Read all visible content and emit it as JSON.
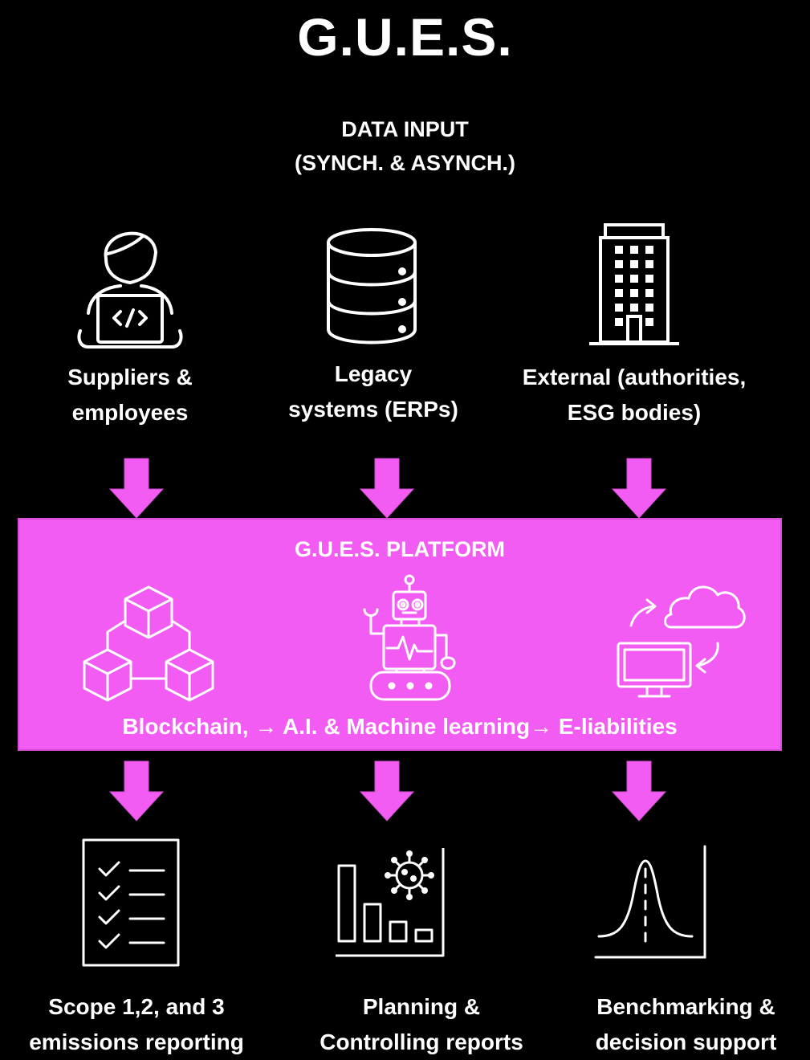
{
  "title": "G.U.E.S.",
  "data_input": {
    "line1": "DATA INPUT",
    "line2": "(SYNCH. & ASYNCH.)"
  },
  "inputs": [
    {
      "icon": "developer-laptop-icon",
      "line1": "Suppliers &",
      "line2": "employees"
    },
    {
      "icon": "database-icon",
      "line1": "Legacy",
      "line2": "systems (ERPs)"
    },
    {
      "icon": "office-building-icon",
      "line1": "External (authorities,",
      "line2": "ESG bodies)"
    }
  ],
  "platform": {
    "title": "G.U.E.S. PLATFORM",
    "caption": "Blockchain, → A.I. & Machine learning→ E-liabilities",
    "icons": [
      "blockchain-cubes-icon",
      "robot-icon",
      "cloud-sync-monitor-icon"
    ]
  },
  "outputs": [
    {
      "icon": "checklist-icon",
      "line1": "Scope 1,2, and 3",
      "line2": "emissions reporting"
    },
    {
      "icon": "bar-chart-virus-icon",
      "line1": "Planning &",
      "line2": "Controlling reports"
    },
    {
      "icon": "bell-curve-icon",
      "line1": "Benchmarking &",
      "line2": "decision support"
    }
  ],
  "colors": {
    "background": "#000000",
    "accent": "#f25cf2",
    "text": "#ffffff"
  }
}
